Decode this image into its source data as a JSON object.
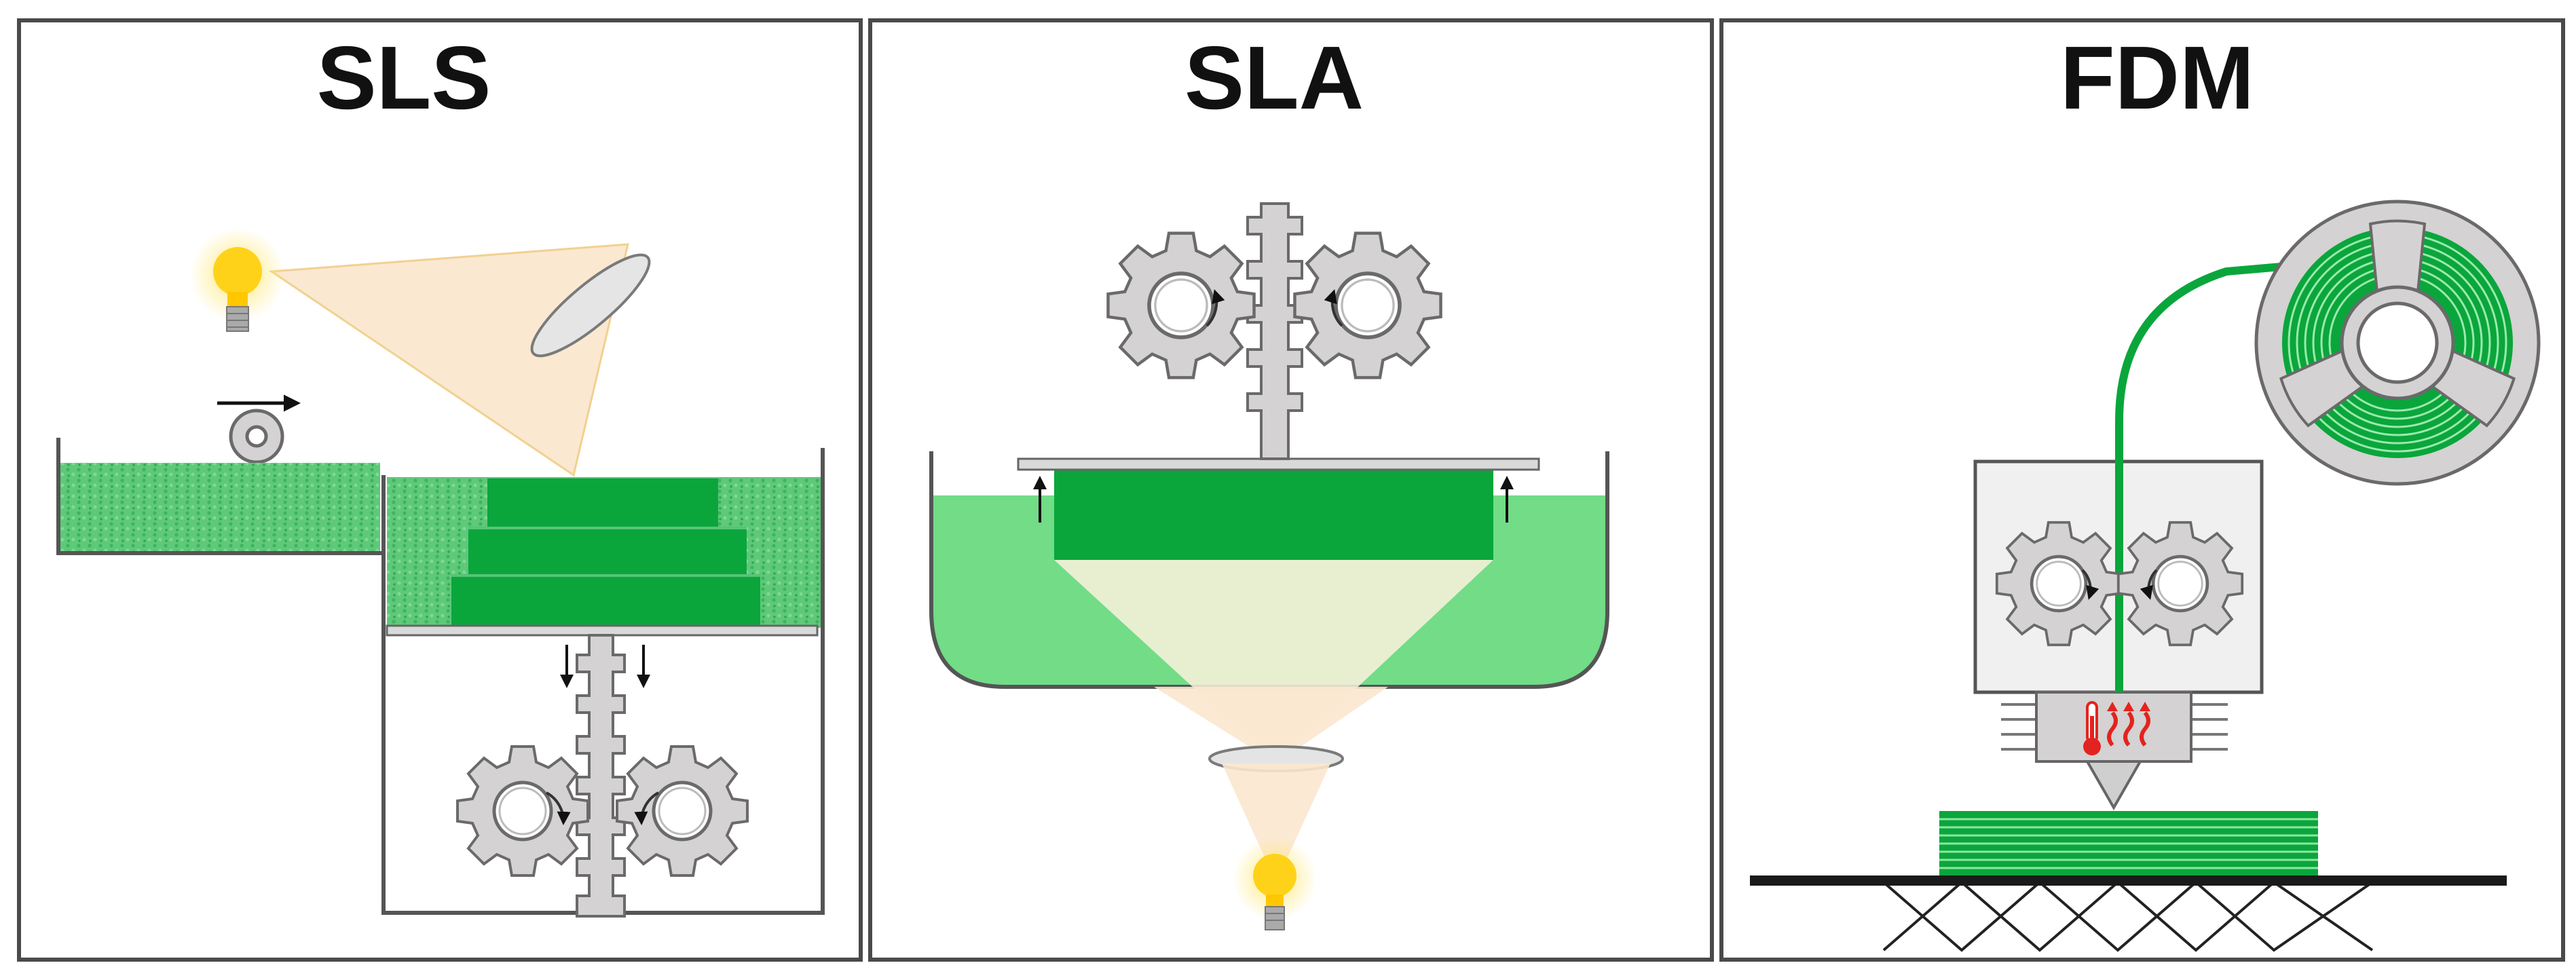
{
  "panels": [
    {
      "id": "sls",
      "title": "SLS"
    },
    {
      "id": "sla",
      "title": "SLA"
    },
    {
      "id": "fdm",
      "title": "FDM"
    }
  ],
  "colors": {
    "panel_border": "#4a4a4a",
    "green_dark": "#0aa63c",
    "green_light": "#72dc87",
    "green_powder": "#5ec978",
    "gear_fill": "#d4d2d2",
    "gear_stroke": "#6a6a6a",
    "light_beam": "#fbe7cf",
    "bulb_yellow": "#ffd21a",
    "heater_red": "#e3231f",
    "build_plate": "#1a1a1a"
  },
  "icons": [
    "light-bulb-icon",
    "gear-icon",
    "thermometer-icon",
    "heat-waves-icon",
    "arrow-icon",
    "filament-spool-icon"
  ]
}
